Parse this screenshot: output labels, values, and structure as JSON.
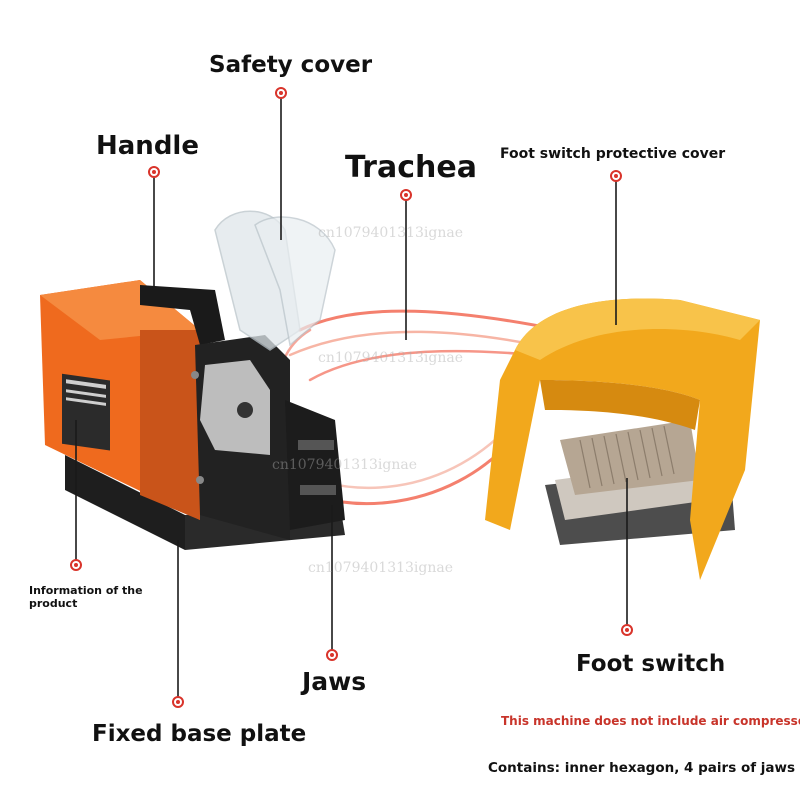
{
  "labels": {
    "safety_cover": "Safety cover",
    "handle": "Handle",
    "trachea": "Trachea",
    "foot_switch_cover": "Foot switch protective cover",
    "info": "Information of the product",
    "jaws": "Jaws",
    "foot_switch": "Foot switch",
    "base_plate": "Fixed base plate",
    "compressor_note": "This machine does not include air compressor",
    "contains": "Contains: inner hexagon, 4 pairs of jaws"
  },
  "watermark": "cn1079401313ignae",
  "colors": {
    "machine_orange": "#ef6a1e",
    "foot_cover_yellow": "#f2a81c",
    "tube_red": "#f26a55",
    "pointer_red": "#d9342b",
    "note_red": "#c8342a"
  }
}
